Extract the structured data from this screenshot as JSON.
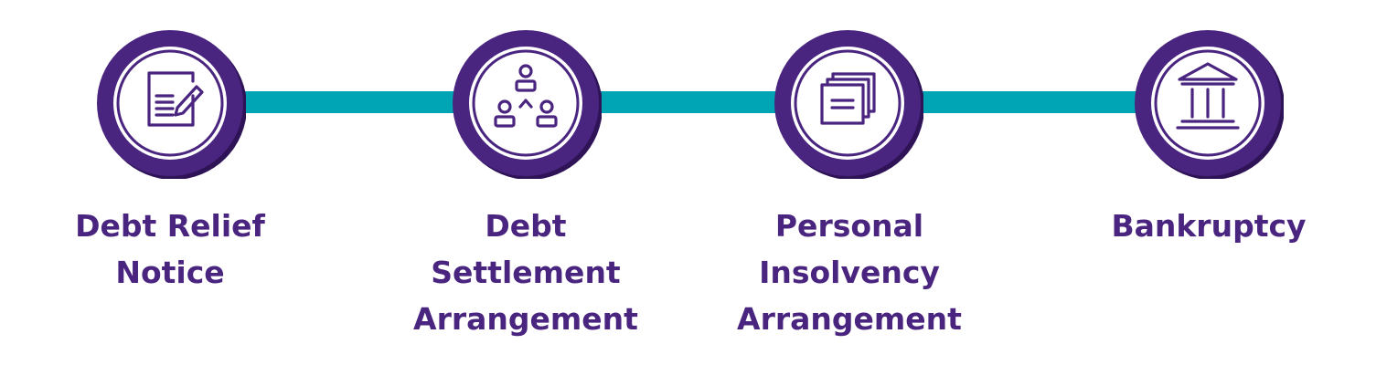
{
  "colors": {
    "ring": "#4a2580",
    "ring_shadow": "#2e1357",
    "connector": "#00a5b5",
    "label": "#4a2580"
  },
  "steps": [
    {
      "lines": [
        "Debt Relief",
        "Notice"
      ],
      "icon": "document-edit-icon"
    },
    {
      "lines": [
        "Debt",
        "Settlement",
        "Arrangement"
      ],
      "icon": "org-chart-icon"
    },
    {
      "lines": [
        "Personal",
        "Insolvency",
        "Arrangement"
      ],
      "icon": "stacked-documents-icon"
    },
    {
      "lines": [
        "Bankruptcy"
      ],
      "icon": "bank-building-icon"
    }
  ]
}
